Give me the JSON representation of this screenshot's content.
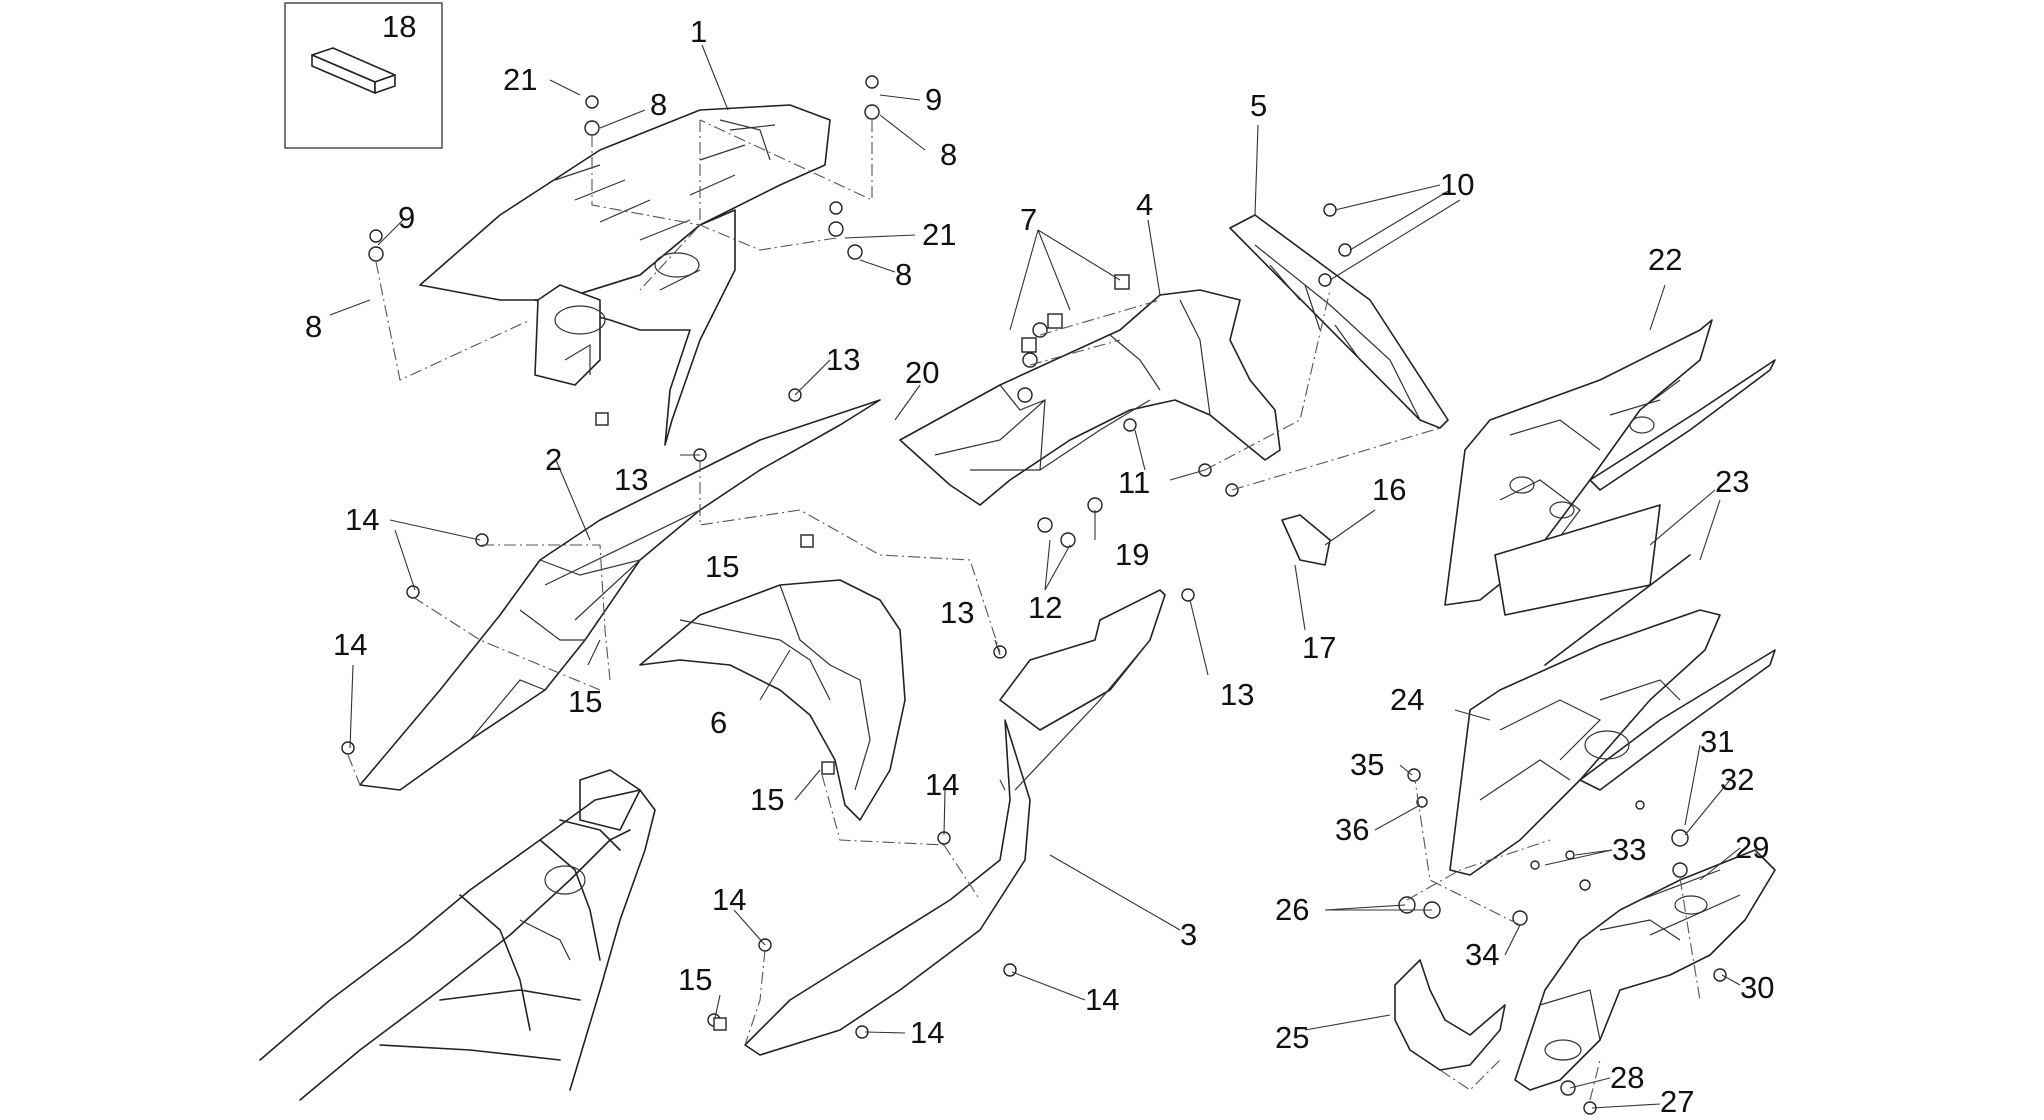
{
  "diagram": {
    "callouts": [
      "18",
      "1",
      "21",
      "9",
      "8",
      "8",
      "9",
      "21",
      "8",
      "8",
      "5",
      "7",
      "4",
      "10",
      "22",
      "13",
      "20",
      "2",
      "13",
      "14",
      "15",
      "11",
      "16",
      "23",
      "12",
      "19",
      "17",
      "14",
      "15",
      "13",
      "6",
      "13",
      "24",
      "31",
      "35",
      "32",
      "15",
      "14",
      "36",
      "33",
      "29",
      "26",
      "3",
      "34",
      "14",
      "15",
      "14",
      "30",
      "25",
      "14",
      "28",
      "27"
    ]
  }
}
